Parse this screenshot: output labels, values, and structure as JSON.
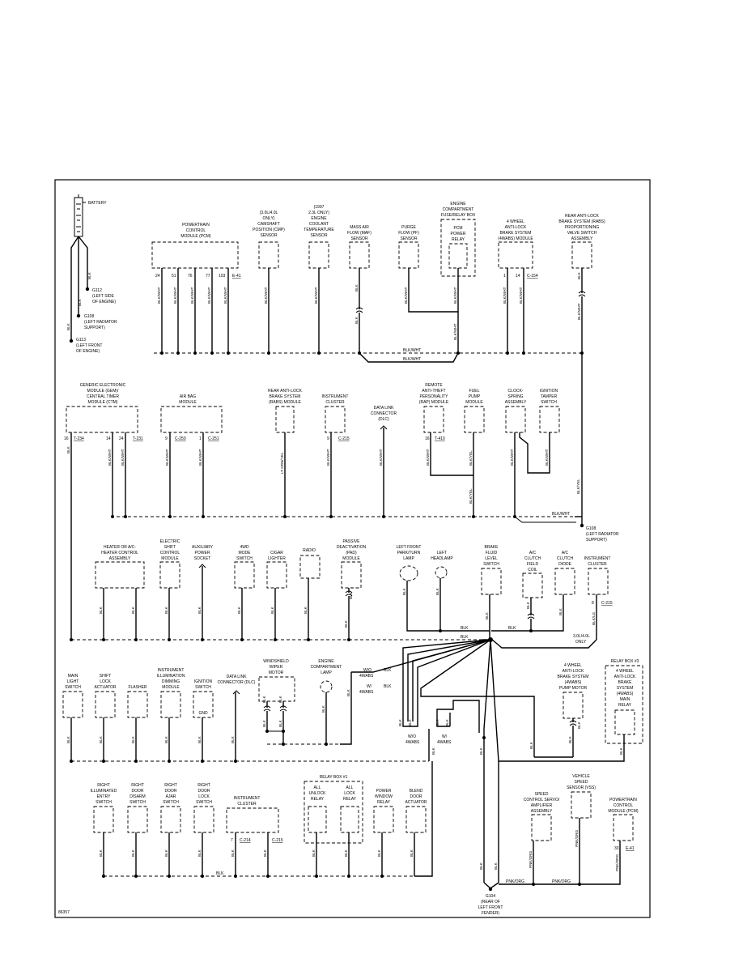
{
  "figure_id": "86357",
  "battery": "BATTERY",
  "grounds": {
    "g112": "G112",
    "g112_desc": [
      "(LEFT SIDE",
      "OF ENGINE)"
    ],
    "g108": "G108",
    "g108_desc": [
      "(LEFT RADIATOR",
      "SUPPORT)"
    ],
    "g113": "G113",
    "g113_desc": [
      "(LEFT FRONT",
      "OF ENGINE)"
    ],
    "g108b": "G108",
    "g108b_desc": [
      "(LEFT RADIATOR",
      "SUPPORT)"
    ],
    "g104": "G104",
    "g104_desc": [
      "(REAR OF",
      "LEFT FRONT",
      "FENDER)"
    ]
  },
  "components": {
    "pcm": [
      "POWERTRAIN",
      "CONTROL",
      "MODULE (PCM)"
    ],
    "cmp": [
      "(3.0L/4.0L",
      "ONLY)",
      "CAMSHAFT",
      "POSITION (CMP)",
      "SENSOR"
    ],
    "ect": [
      "(1997",
      "2.3L ONLY)",
      "ENGINE",
      "COOLANT",
      "TEMPERATURE",
      "SENSOR"
    ],
    "maf": [
      "MASS AIR",
      "FLOW (MAF)",
      "SENSOR"
    ],
    "pf": [
      "PURGE",
      "FLOW (PF)",
      "SENSOR"
    ],
    "fuse_box": [
      "ENGINE",
      "COMPARTMENT",
      "FUSE/RELAY BOX"
    ],
    "pcm_relay": [
      "PCM",
      "POWER",
      "RELAY"
    ],
    "abs4": [
      "4 WHEEL",
      "ANTI-LOCK",
      "BRAKE SYSTEM",
      "(4WABS) MODULE"
    ],
    "rabs_valve": [
      "REAR ANTI-LOCK",
      "BRAKE SYSTEM (RABS)",
      "PROPORTIONING",
      "VALVE SWITCH",
      "ASSEMBLY"
    ],
    "gem": [
      "GENERIC ELECTRONIC",
      "MODULE (GEM)/",
      "CENTRAL TIMER",
      "MODULE (CTM)"
    ],
    "airbag": [
      "AIR BAG",
      "MODULE"
    ],
    "rabs_module": [
      "REAR ANTI-LOCK",
      "BRAKE SYSTEM",
      "(RABS) MODULE"
    ],
    "cluster1": [
      "INSTRUMENT",
      "CLUSTER"
    ],
    "dlc1": [
      "DATA LINK",
      "CONNECTOR",
      "(DLC)"
    ],
    "rap": [
      "REMOTE",
      "ANTI-THEFT",
      "PERSONALITY",
      "(RAP) MODULE"
    ],
    "fuel_pump": [
      "FUEL",
      "PUMP",
      "MODULE"
    ],
    "clockspring": [
      "CLOCK-",
      "SPRING",
      "ASSEMBLY"
    ],
    "ign_tamper": [
      "IGNITION",
      "TAMPER",
      "SWITCH"
    ],
    "heater": [
      "HEATER OR A/C-",
      "HEATER CONTROL",
      "ASSEMBLY"
    ],
    "shift_ctrl": [
      "ELECTRIC",
      "SHIFT",
      "CONTROL",
      "MODULE"
    ],
    "aux_power": [
      "AUXILIARY",
      "POWER",
      "SOCKET"
    ],
    "mode4wd": [
      "4WD",
      "MODE",
      "SWITCH"
    ],
    "cigar": [
      "CIGAR",
      "LIGHTER"
    ],
    "radio": [
      "RADIO"
    ],
    "pad": [
      "PASSIVE",
      "DEACTIVATION",
      "(PAD)",
      "MODULE"
    ],
    "lf_park": [
      "LEFT FRONT",
      "PARK/TURN",
      "LAMP"
    ],
    "lf_head": [
      "LEFT",
      "HEADLAMP"
    ],
    "brake_fluid": [
      "BRAKE",
      "FLUID",
      "LEVEL",
      "SWITCH"
    ],
    "ac_coil": [
      "A/C",
      "CLUTCH",
      "FIELD",
      "COIL"
    ],
    "ac_diode": [
      "A/C",
      "CLUTCH",
      "DIODE"
    ],
    "cluster2": [
      "INSTRUMENT",
      "CLUSTER"
    ],
    "main_light": [
      "MAIN",
      "LIGHT",
      "SWITCH"
    ],
    "shift_lock": [
      "SHIFT",
      "LOCK",
      "ACTUATOR"
    ],
    "flasher": [
      "FLASHER"
    ],
    "dimming": [
      "INSTRUMENT",
      "ILLUMINATION",
      "DIMMING",
      "MODULE"
    ],
    "ign_switch": [
      "IGNITION",
      "SWITCH"
    ],
    "dlc2": [
      "DATA LINK",
      "CONNECTOR (DLC)"
    ],
    "wiper": [
      "WINDSHIELD",
      "WIPER",
      "MOTOR"
    ],
    "eng_lamp": [
      "ENGINE",
      "COMPARTMENT",
      "LAMP"
    ],
    "abs_pump": [
      "4 WHEEL",
      "ANTI-LOCK",
      "BRAKE SYSTEM",
      "(4WABS)",
      "PUMP MOTOR"
    ],
    "relay3_title": [
      "RELAY BOX #3"
    ],
    "relay3": [
      "4 WHEEL",
      "ANTI-LOCK",
      "BRAKE",
      "SYSTEM",
      "(4WABS)",
      "MAIN",
      "RELAY"
    ],
    "rt_entry": [
      "RIGHT",
      "ILLUMINATED",
      "ENTRY",
      "SWITCH"
    ],
    "rt_disarm": [
      "RIGHT",
      "DOOR",
      "DISARM",
      "SWITCH"
    ],
    "rt_ajar": [
      "RIGHT",
      "DOOR",
      "AJAR",
      "SWITCH"
    ],
    "rt_lock": [
      "RIGHT",
      "DOOR",
      "LOCK",
      "SWITCH"
    ],
    "cluster3": [
      "INSTRUMENT",
      "CLUSTER"
    ],
    "relay1_title": [
      "RELAY BOX #1"
    ],
    "unlock": [
      "ALL",
      "UNLOCK",
      "RELAY"
    ],
    "lock": [
      "ALL",
      "LOCK",
      "RELAY"
    ],
    "pwr_window": [
      "POWER",
      "WINDOW",
      "RELAY"
    ],
    "blend": [
      "BLEND",
      "DOOR",
      "ACTUATOR"
    ],
    "speed_ctrl": [
      "SPEED",
      "CONTROL SERVO/",
      "AMPLIFIER",
      "ASSEMBLY"
    ],
    "vss": [
      "VEHICLE",
      "SPEED",
      "SENSOR (VSS)"
    ],
    "pcm2": [
      "POWERTRAIN",
      "CONTROL",
      "MODULE (PCM)"
    ]
  },
  "wires": {
    "blk": "BLK",
    "blk_wht": "BLK/WHT",
    "blk_yel": "BLK/YEL",
    "lt_grn_yel": "LT GRN/YEL",
    "pnk_org": "PNK/ORG",
    "blk_lg": "BLK/LG"
  },
  "pins": {
    "pcm": [
      "24",
      "51",
      "76",
      "77",
      "103"
    ],
    "abs4": [
      "1",
      "14"
    ],
    "gem": [
      "16",
      "14",
      "24"
    ],
    "airbag": [
      "9",
      "1"
    ],
    "cluster1": "9",
    "rap": "16",
    "cluster2": "8",
    "cluster3": "7",
    "pcm2": "33"
  },
  "connectors": {
    "pcm": "E-41",
    "abs4": "C-154",
    "gem1": "T-234",
    "gem2": "T-231",
    "airbag1": "C-250",
    "airbag2": "C-251",
    "cluster1": "C-215",
    "rap": "T-410",
    "cluster2": "C-215",
    "cluster3a": "C-214",
    "cluster3b": "C-215",
    "pcm2": "E-41"
  },
  "notes": {
    "wo_4wabs": "W/O",
    "w_4wabs": "W/",
    "abs_tag": "4WABS",
    "only_30_40": [
      "3.0L/4.0L",
      "ONLY"
    ],
    "gnd": "GND"
  }
}
